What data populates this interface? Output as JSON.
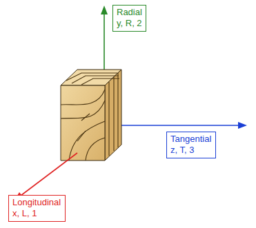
{
  "diagram": {
    "nodes": [
      {
        "text": [
          "Radial",
          "y, R, 2"
        ]
      },
      {
        "text": [
          "Tangential",
          "z, T, 3"
        ]
      },
      {
        "text": [
          "Longitudinal",
          "x, L, 1"
        ]
      }
    ]
  }
}
